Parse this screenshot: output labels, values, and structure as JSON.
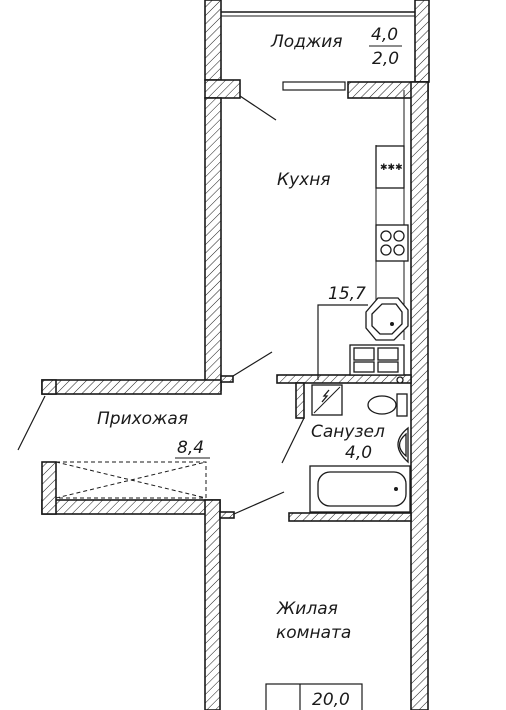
{
  "rooms": {
    "loggia": {
      "name": "Лоджия",
      "area": "4,0",
      "area2": "2,0"
    },
    "kitchen": {
      "name": "Кухня",
      "area": "15,7"
    },
    "hallway": {
      "name": "Прихожая",
      "area": "8,4"
    },
    "bathroom": {
      "name": "Санузел",
      "area": "4,0"
    },
    "living": {
      "name1": "Жилая",
      "name2": "комната",
      "area": "20,0"
    }
  },
  "colors": {
    "ink": "#1a1a1a",
    "background": "#ffffff"
  }
}
